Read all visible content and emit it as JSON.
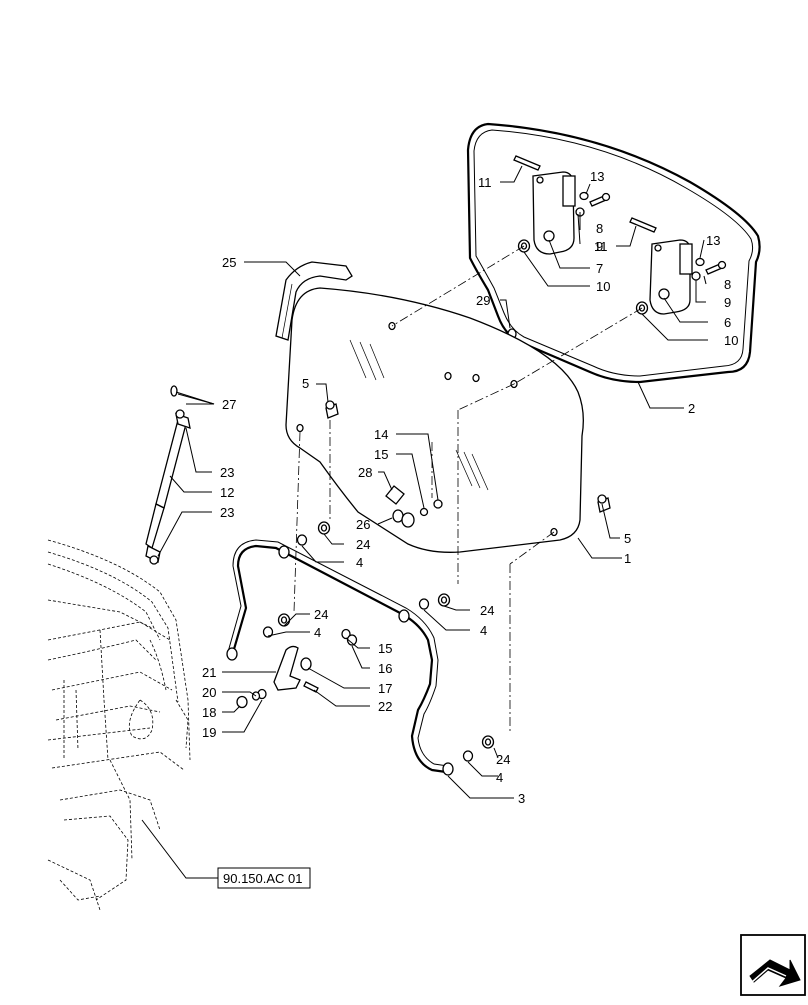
{
  "callouts": [
    "1",
    "2",
    "3",
    "4",
    "4",
    "4",
    "4",
    "5",
    "5",
    "6",
    "7",
    "8",
    "8",
    "9",
    "9",
    "10",
    "10",
    "11",
    "11",
    "12",
    "13",
    "13",
    "14",
    "15",
    "15",
    "16",
    "17",
    "18",
    "19",
    "20",
    "21",
    "22",
    "23",
    "23",
    "24",
    "24",
    "24",
    "24",
    "25",
    "26",
    "27",
    "28",
    "29"
  ],
  "reference": {
    "label": "90.150.AC 01"
  },
  "nav_icon": "next-page-arrow-icon"
}
